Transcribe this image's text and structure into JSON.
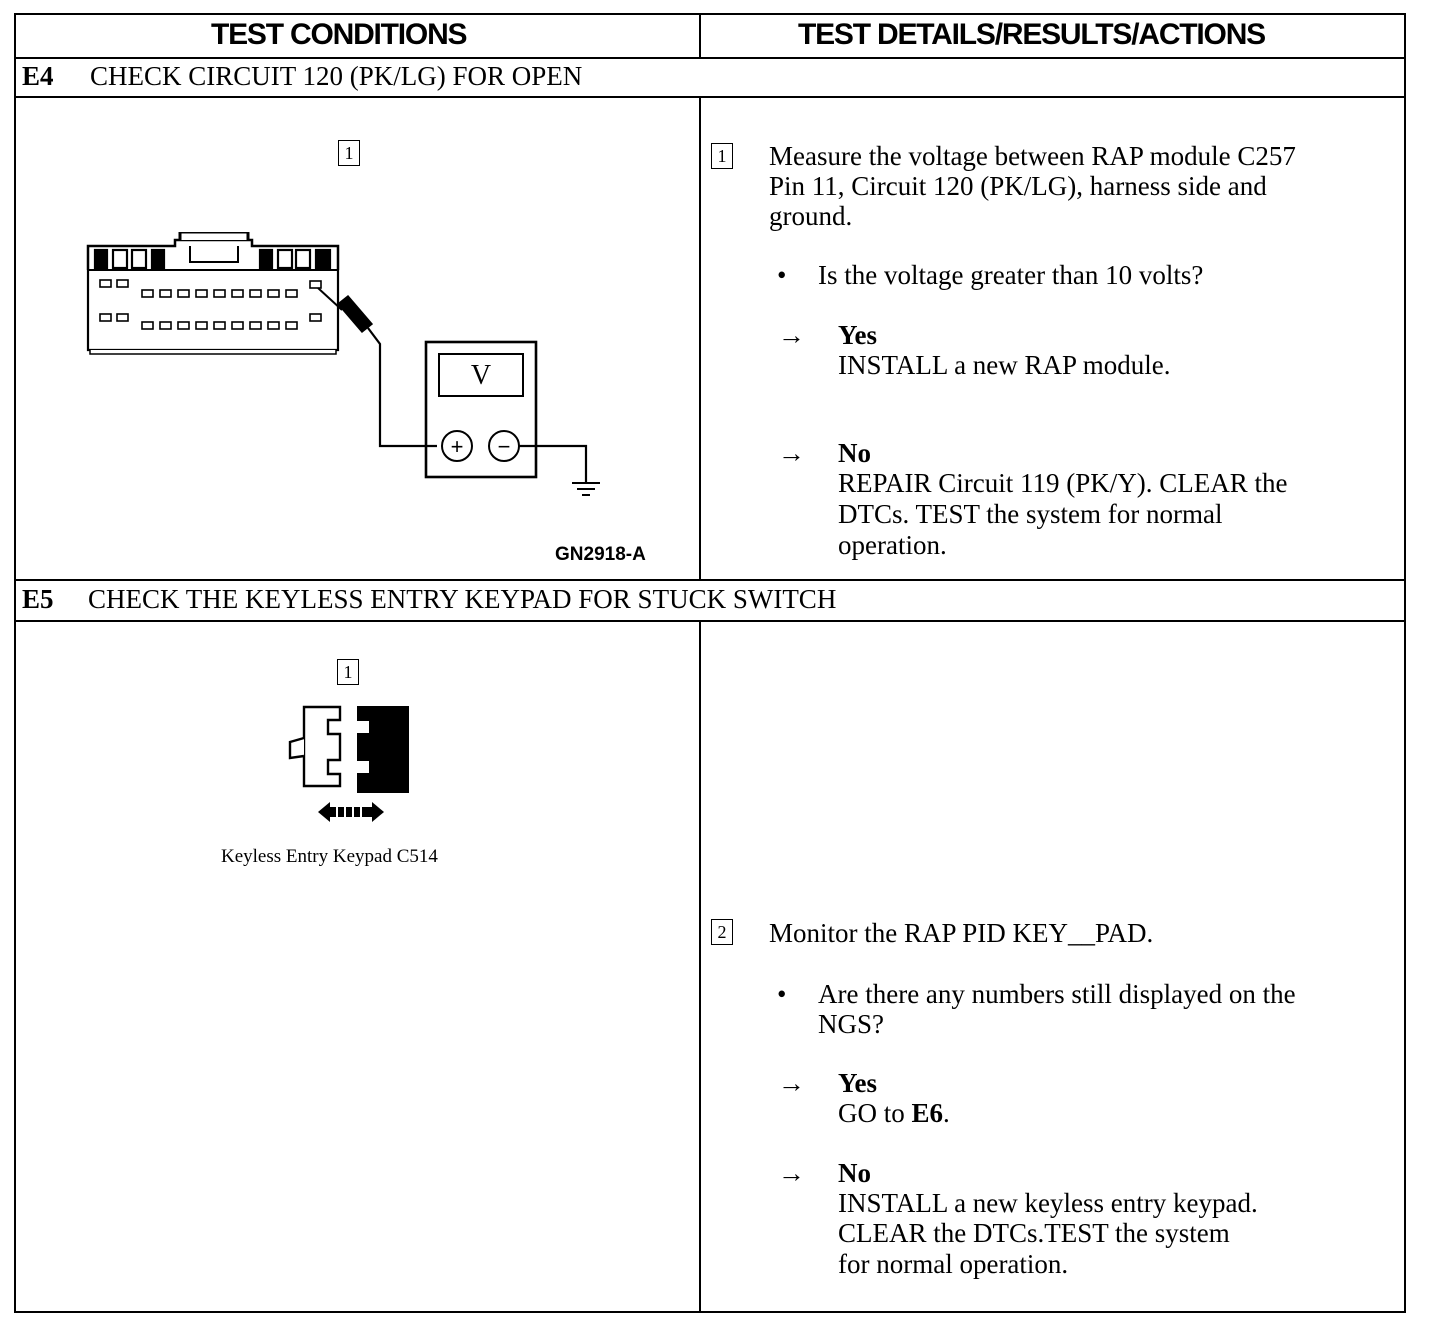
{
  "header": {
    "col1": "TEST CONDITIONS",
    "col2": "TEST DETAILS/RESULTS/ACTIONS"
  },
  "e4": {
    "step_id": "E4",
    "title": "CHECK CIRCUIT 120 (PK/LG) FOR OPEN",
    "figure": {
      "step_box": "1",
      "meter_label": "V",
      "plus": "+",
      "minus": "−",
      "figure_code": "GN2918-A"
    },
    "detail": {
      "step_box": "1",
      "instruction_lines": [
        "Measure the voltage between RAP module C257",
        "Pin 11, Circuit 120 (PK/LG), harness side and",
        "ground."
      ],
      "question": "Is the voltage greater than 10 volts?",
      "yes": {
        "label": "Yes",
        "lines": [
          "INSTALL a new RAP module."
        ]
      },
      "no": {
        "label": "No",
        "lines": [
          "REPAIR Circuit 119 (PK/Y). CLEAR the",
          "DTCs. TEST the system for normal",
          "operation."
        ]
      }
    }
  },
  "e5": {
    "step_id": "E5",
    "title": "CHECK THE KEYLESS ENTRY KEYPAD FOR STUCK SWITCH",
    "figure": {
      "step_box": "1",
      "caption": "Keyless Entry Keypad C514"
    },
    "detail": {
      "step_box": "2",
      "instruction": "Monitor the RAP PID KEY__PAD.",
      "question_lines": [
        "Are there any numbers still displayed on the",
        "NGS?"
      ],
      "yes": {
        "label": "Yes",
        "prefix": "GO to ",
        "target": "E6",
        "suffix": "."
      },
      "no": {
        "label": "No",
        "lines": [
          "INSTALL a new keyless entry keypad.",
          "CLEAR the DTCs.TEST the system",
          "for normal operation."
        ]
      }
    }
  },
  "symbols": {
    "bullet": "•",
    "arrow": "→"
  }
}
